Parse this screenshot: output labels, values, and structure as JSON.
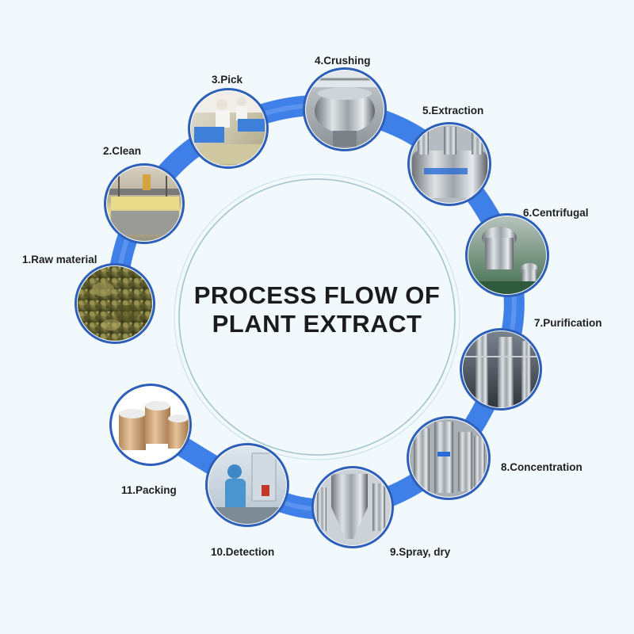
{
  "title": {
    "line1": "PROCESS FLOW OF",
    "line2": "PLANT EXTRACT"
  },
  "colors": {
    "background": "#f1f9fd",
    "ring_blue": "#3f7fe8",
    "ring_blue_dark": "#2f6ad3",
    "inner_circle": "#9ec3cc",
    "node_border": "#2d5fb8"
  },
  "steps": [
    {
      "label": "1.Raw material",
      "image": "raw-material-photo"
    },
    {
      "label": "2.Clean",
      "image": "washing-machine-photo"
    },
    {
      "label": "3.Pick",
      "image": "picking-workers-photo"
    },
    {
      "label": "4.Crushing",
      "image": "crushing-tank-photo"
    },
    {
      "label": "5.Extraction",
      "image": "extraction-tank-photo"
    },
    {
      "label": "6.Centrifugal",
      "image": "centrifuge-photo"
    },
    {
      "label": "7.Purification",
      "image": "purification-column-photo"
    },
    {
      "label": "8.Concentration",
      "image": "concentrator-photo"
    },
    {
      "label": "9.Spray, dry",
      "image": "spray-dryer-photo"
    },
    {
      "label": "10.Detection",
      "image": "lab-technician-photo"
    },
    {
      "label": "11.Packing",
      "image": "fiber-drums-photo"
    }
  ]
}
